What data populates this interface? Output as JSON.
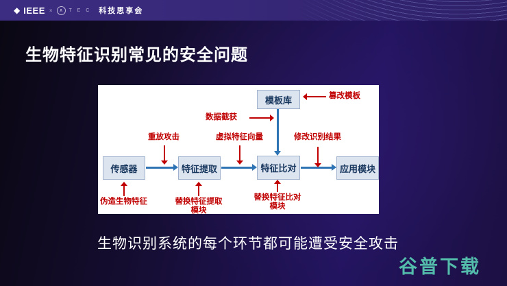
{
  "header": {
    "ieee": "IEEE",
    "separator": "×",
    "atec_letters": "T E C",
    "brand": "科技思享会"
  },
  "slide": {
    "title": "生物特征识别常见的安全问题",
    "caption": "生物识别系统的每个环节都可能遭受安全攻击"
  },
  "diagram": {
    "nodes": {
      "sensor": "传感器",
      "extraction": "特征提取",
      "matching": "特征比对",
      "application": "应用模块",
      "template_db": "模板库"
    },
    "attacks": {
      "tamper_template": "篡改模板",
      "data_interception": "数据截获",
      "replay_attack": "重放攻击",
      "virtual_feature_vector": "虚拟特征向量",
      "modify_result": "修改识别结果",
      "forge_biometric": "伪造生物特征",
      "replace_extraction_line1": "替换特征提取",
      "replace_extraction_line2": "模块",
      "replace_matching_line1": "替换特征比对",
      "replace_matching_line2": "模块"
    },
    "colors": {
      "flow_arrow": "#2e74b5",
      "attack": "#c00000",
      "node_fill": "#dce4f0",
      "node_border": "#9fb1cc",
      "node_text": "#17365d",
      "panel_bg": "#ffffff"
    }
  },
  "watermark": {
    "text": "谷普下载",
    "color": "#53bcab"
  }
}
